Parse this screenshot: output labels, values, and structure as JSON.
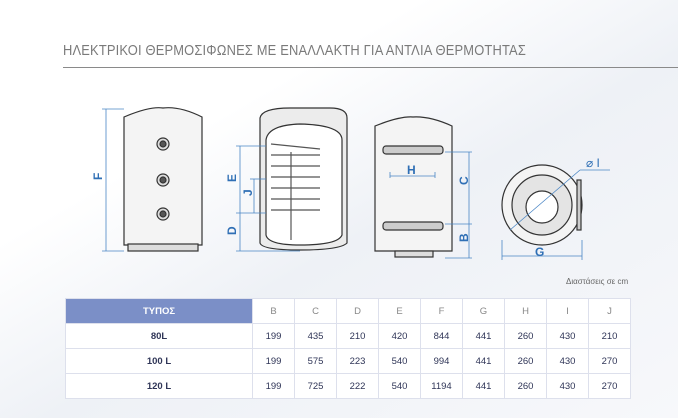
{
  "title": "ΗΛΕΚΤΡΙΚΟΙ ΘΕΡΜΟΣΙΦΩΝΕΣ ΜΕ ΕΝΑΛΛΑΚΤΗ ΓΙΑ ΑΝΤΛΙΑ ΘΕΡΜΟΤΗΤΑΣ",
  "diagram_labels": {
    "F": "F",
    "E": "E",
    "D": "D",
    "J": "J",
    "H": "H",
    "C": "C",
    "B": "B",
    "G": "G",
    "I": "⌀ I"
  },
  "units_note": "Διαστάσεις σε cm",
  "table": {
    "headers": [
      "ΤΥΠΟΣ",
      "B",
      "C",
      "D",
      "E",
      "F",
      "G",
      "H",
      "I",
      "J"
    ],
    "rows": [
      [
        "80L",
        "199",
        "435",
        "210",
        "420",
        "844",
        "441",
        "260",
        "430",
        "210"
      ],
      [
        "100 L",
        "199",
        "575",
        "223",
        "540",
        "994",
        "441",
        "260",
        "430",
        "270"
      ],
      [
        "120 L",
        "199",
        "725",
        "222",
        "540",
        "1194",
        "441",
        "260",
        "430",
        "270"
      ]
    ]
  },
  "colors": {
    "header_bg": "#7b8fc7",
    "dimension": "#2f6fb5",
    "title": "#7a7a7a"
  }
}
